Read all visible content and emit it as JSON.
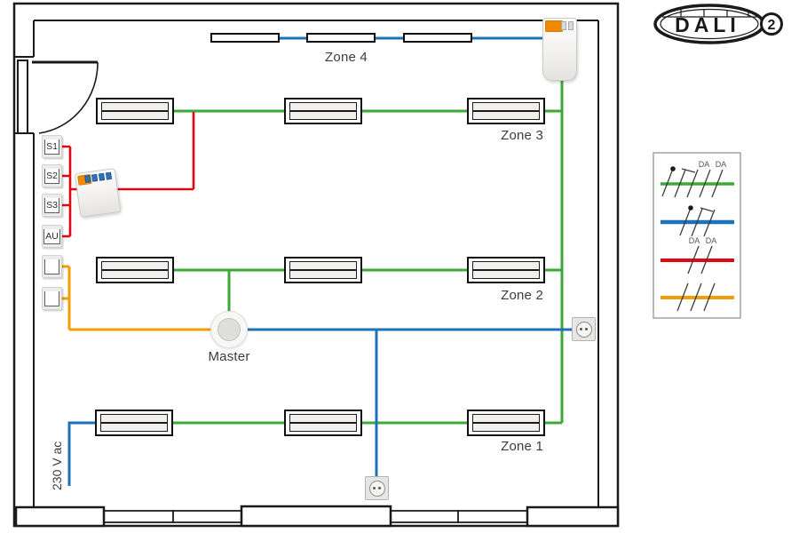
{
  "logo": {
    "brand": "DALI",
    "version": "2"
  },
  "floorplan": {
    "zones": [
      {
        "label": "Zone 4",
        "luminaire_count": 3,
        "wire": "mains-blue"
      },
      {
        "label": "Zone 3",
        "luminaire_count": 3,
        "wire": "dali-green"
      },
      {
        "label": "Zone 2",
        "luminaire_count": 3,
        "wire": "dali-green"
      },
      {
        "label": "Zone 1",
        "luminaire_count": 3,
        "wire": "dali-green"
      }
    ],
    "master_label": "Master",
    "mains_label": "230 V ac",
    "switch_labels": [
      "S1",
      "S2",
      "S3",
      "AU"
    ]
  },
  "legend": {
    "rows": [
      {
        "name": "mains-plus-dali-5-wire",
        "color": "#3aaa35",
        "conductor_count": 5,
        "da_label_1": "DA",
        "da_label_2": "DA"
      },
      {
        "name": "mains-230v-3-wire",
        "color": "#1d71b8",
        "conductor_count": 3
      },
      {
        "name": "dali-bus-2-wire",
        "color": "#e30613",
        "conductor_count": 2,
        "da_label_1": "DA",
        "da_label_2": "DA"
      },
      {
        "name": "switch-wiring-3-wire",
        "color": "#f59c00",
        "conductor_count": 3
      }
    ]
  },
  "colors": {
    "green_wire": "#3aaa35",
    "blue_wire": "#1d71b8",
    "red_wire": "#e30613",
    "orange_wire": "#f59c00",
    "wall": "#1a1a1a",
    "device_accent": "#f18a00"
  }
}
